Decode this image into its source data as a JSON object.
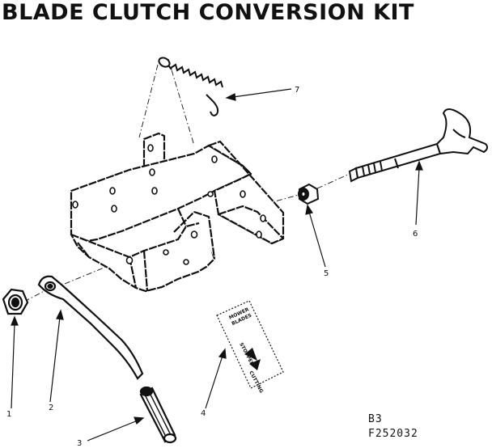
{
  "title": "BLADE CLUTCH CONVERSION KIT",
  "callouts": [
    {
      "id": "1",
      "label": "1"
    },
    {
      "id": "2",
      "label": "2"
    },
    {
      "id": "3",
      "label": "3"
    },
    {
      "id": "4",
      "label": "4"
    },
    {
      "id": "5",
      "label": "5"
    },
    {
      "id": "6",
      "label": "6"
    },
    {
      "id": "7",
      "label": "7"
    }
  ],
  "decal": {
    "line1": "MOWER",
    "line2": "BLADES",
    "line3": "STOPPED",
    "line4": "CUTTING"
  },
  "figure_code": {
    "line1": "B3",
    "line2": "F252032"
  }
}
